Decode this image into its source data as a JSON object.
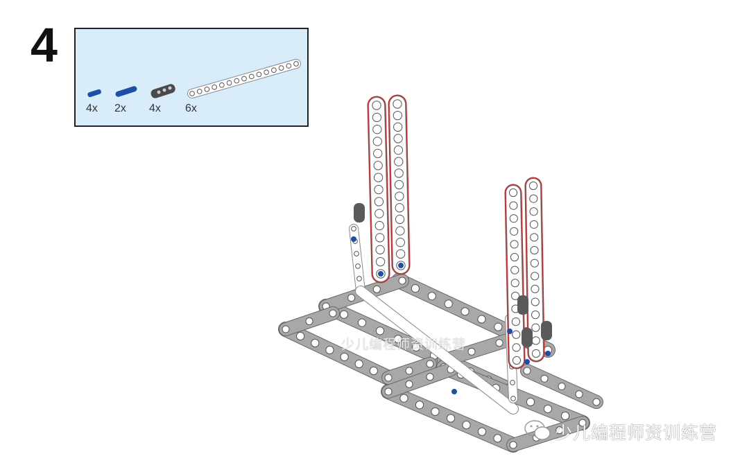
{
  "step": {
    "number": "4"
  },
  "parts_list": {
    "background_color": "#d8ecf9",
    "items": [
      {
        "part": "blue-axle-pin",
        "color": "#1e4fa8",
        "quantity": "4x"
      },
      {
        "part": "blue-long-pin",
        "color": "#1e4fa8",
        "quantity": "2x"
      },
      {
        "part": "dark-gray-pin-connector",
        "color": "#4a4a4a",
        "quantity": "4x"
      },
      {
        "part": "white-15-hole-beam",
        "color": "#ffffff",
        "quantity": "6x"
      }
    ]
  },
  "model": {
    "highlight_color": "#c8282a",
    "frame_color": "#a8a8a8",
    "beam_color": "#ffffff"
  },
  "watermarks": {
    "center": "少儿编程师资训练营",
    "corner": "少儿编程师资训练营",
    "corner_icon": "wechat-icon"
  }
}
